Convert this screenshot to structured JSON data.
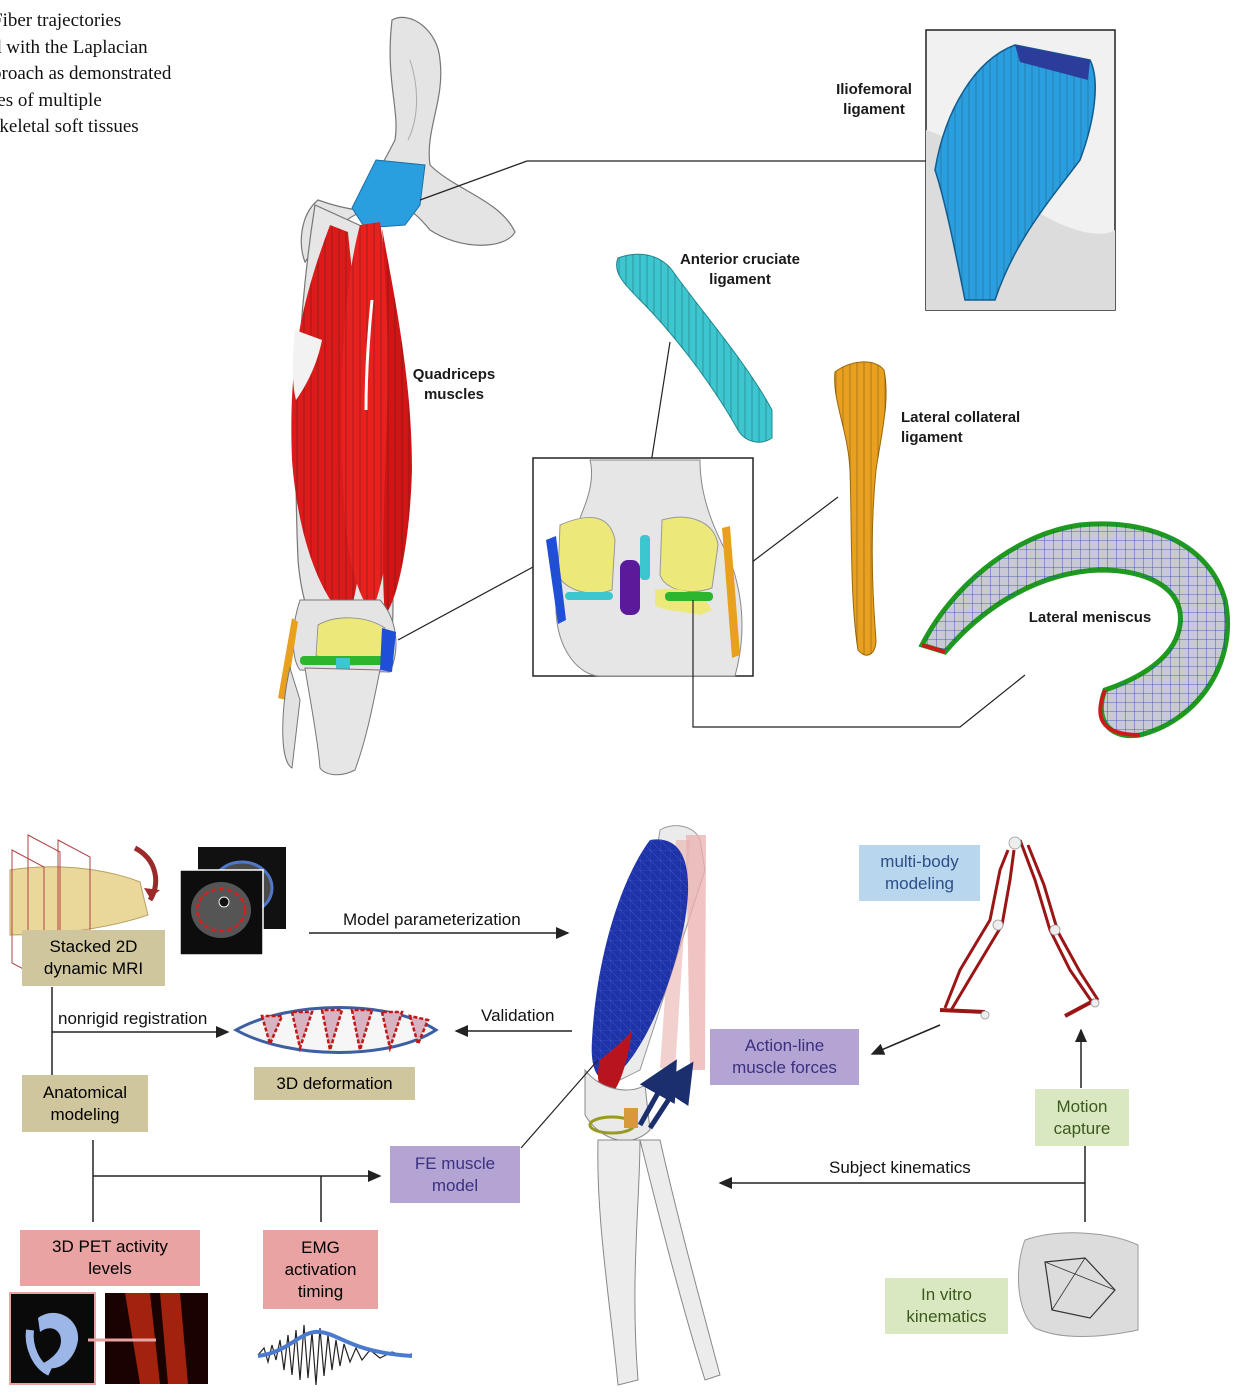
{
  "caption": "Fiber trajectories\nd with the Laplacian\nproach as demonstrated\nles of multiple\nskeletal soft tissues",
  "panel_a": {
    "labels": {
      "iliofemoral": "Iliofemoral\nligament",
      "acl": "Anterior cruciate\nligament",
      "quadriceps": "Quadriceps\nmuscles",
      "lcl": "Lateral collateral\nligament",
      "meniscus": "Lateral meniscus"
    }
  },
  "panel_b": {
    "boxes": {
      "stacked_mri": "Stacked 2D\ndynamic MRI",
      "anatomical": "Anatomical\nmodeling",
      "deformation": "3D deformation",
      "pet": "3D PET activity\nlevels",
      "emg": "EMG\nactivation\ntiming",
      "fe_muscle": "FE muscle\nmodel",
      "action_line": "Action-line\nmuscle forces",
      "multibody": "multi-body\nmodeling",
      "motion_capture": "Motion\ncapture",
      "in_vitro": "In vitro\nkinematics"
    },
    "arrows": {
      "parameterization": "Model parameterization",
      "registration": "nonrigid registration",
      "validation": "Validation",
      "subject_kinematics": "Subject kinematics"
    }
  },
  "colors": {
    "muscle_red": "#dd1a1a",
    "bone": "#e6e6e6",
    "iliofemoral_blue": "#2a9fe0",
    "acl_cyan": "#3cc6cf",
    "lcl_orange": "#e8a01e",
    "meniscus_green": "#2db52d",
    "fe_blue": "#1e33a8",
    "box_tan": "#d0c69e",
    "box_pink": "#e9a3a3",
    "box_purple": "#b3a4d4",
    "box_blue": "#b9d6ef",
    "box_green": "#d9e8c0"
  }
}
